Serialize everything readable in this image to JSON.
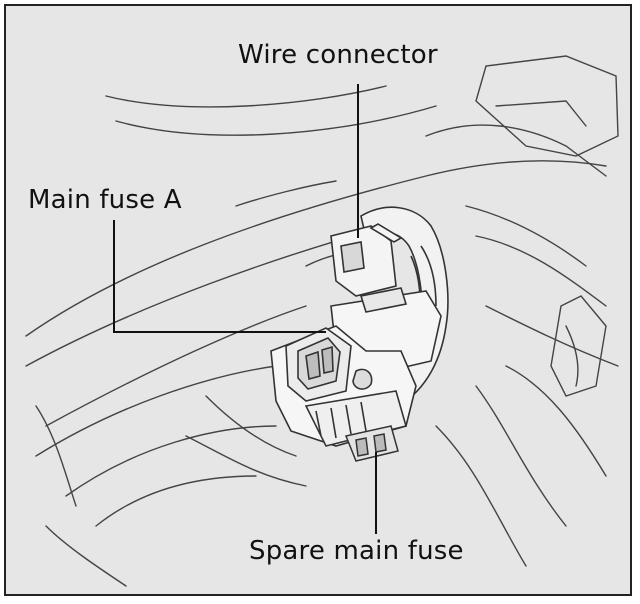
{
  "labels": {
    "wire_connector": "Wire connector",
    "main_fuse_a": "Main fuse A",
    "spare_main_fuse": "Spare main fuse"
  }
}
